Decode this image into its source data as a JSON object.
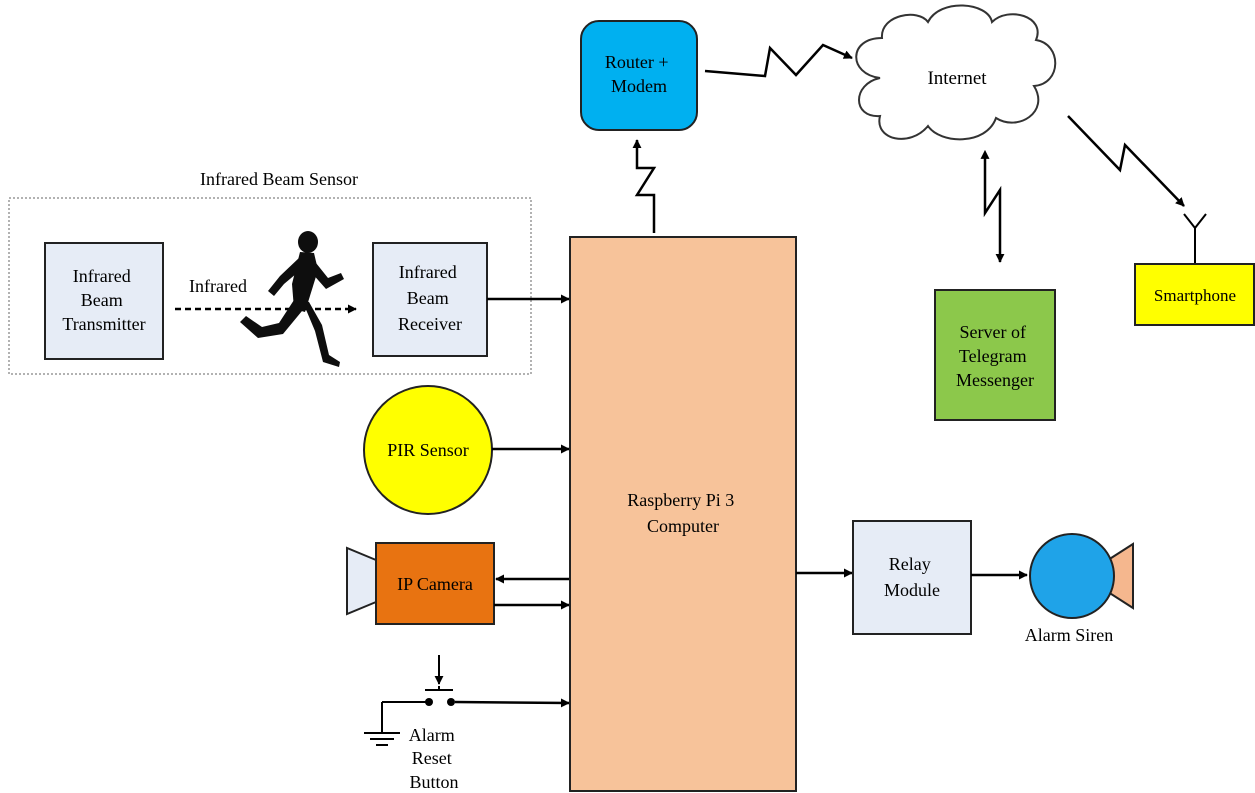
{
  "beam_sensor": {
    "group_title": "Infrared Beam Sensor",
    "transmitter": [
      "Infrared",
      "Beam",
      "Transmitter"
    ],
    "receiver": [
      "Infrared",
      "Beam",
      "Receiver"
    ],
    "beam_label": "Infrared"
  },
  "pir_sensor": "PIR Sensor",
  "ip_camera": "IP Camera",
  "reset_button": [
    "Alarm",
    "Reset",
    "Button"
  ],
  "raspberry_pi": [
    "Raspberry Pi 3",
    "Computer"
  ],
  "router": [
    "Router +",
    "Modem"
  ],
  "internet": "Internet",
  "telegram_server": [
    "Server of",
    "Telegram",
    "Messenger"
  ],
  "smartphone": "Smartphone",
  "relay": [
    "Relay",
    "Module"
  ],
  "alarm_siren": "Alarm Siren",
  "colors": {
    "box_fill": "#e6ecf6",
    "pi_fill": "#f7c39a",
    "router_fill": "#00b0f0",
    "pir_fill": "#ffff00",
    "camera_fill": "#e87311",
    "telegram_fill": "#8cc84b",
    "smartphone_fill": "#ffff00",
    "siren_fill": "#1fa3e8",
    "siren_horn_fill": "#f5b78e"
  }
}
